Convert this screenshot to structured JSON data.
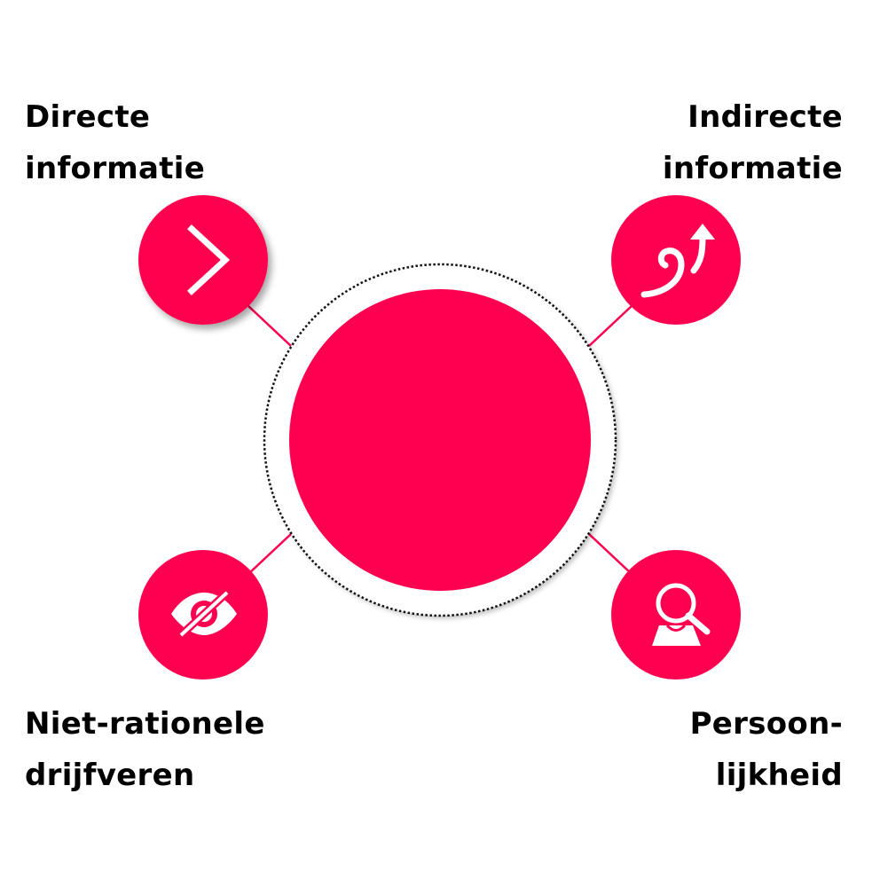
{
  "colors": {
    "accent": "#FF0050",
    "text": "#000000",
    "background": "#FFFFFF",
    "icon": "#FFFFFF"
  },
  "center": {
    "label": "",
    "ring_style": "dotted"
  },
  "nodes": [
    {
      "id": "top-left",
      "title_line1": "Directe",
      "title_line2": "informatie",
      "icon": "chevron-right-icon"
    },
    {
      "id": "top-right",
      "title_line1": "Indirecte",
      "title_line2": "informatie",
      "icon": "ear-arrow-icon"
    },
    {
      "id": "bottom-left",
      "title_line1": "Niet-rationele",
      "title_line2": "drijfveren",
      "icon": "eye-slash-icon"
    },
    {
      "id": "bottom-right",
      "title_line1": "Persoon-",
      "title_line2": "lijkheid",
      "icon": "person-search-icon"
    }
  ]
}
